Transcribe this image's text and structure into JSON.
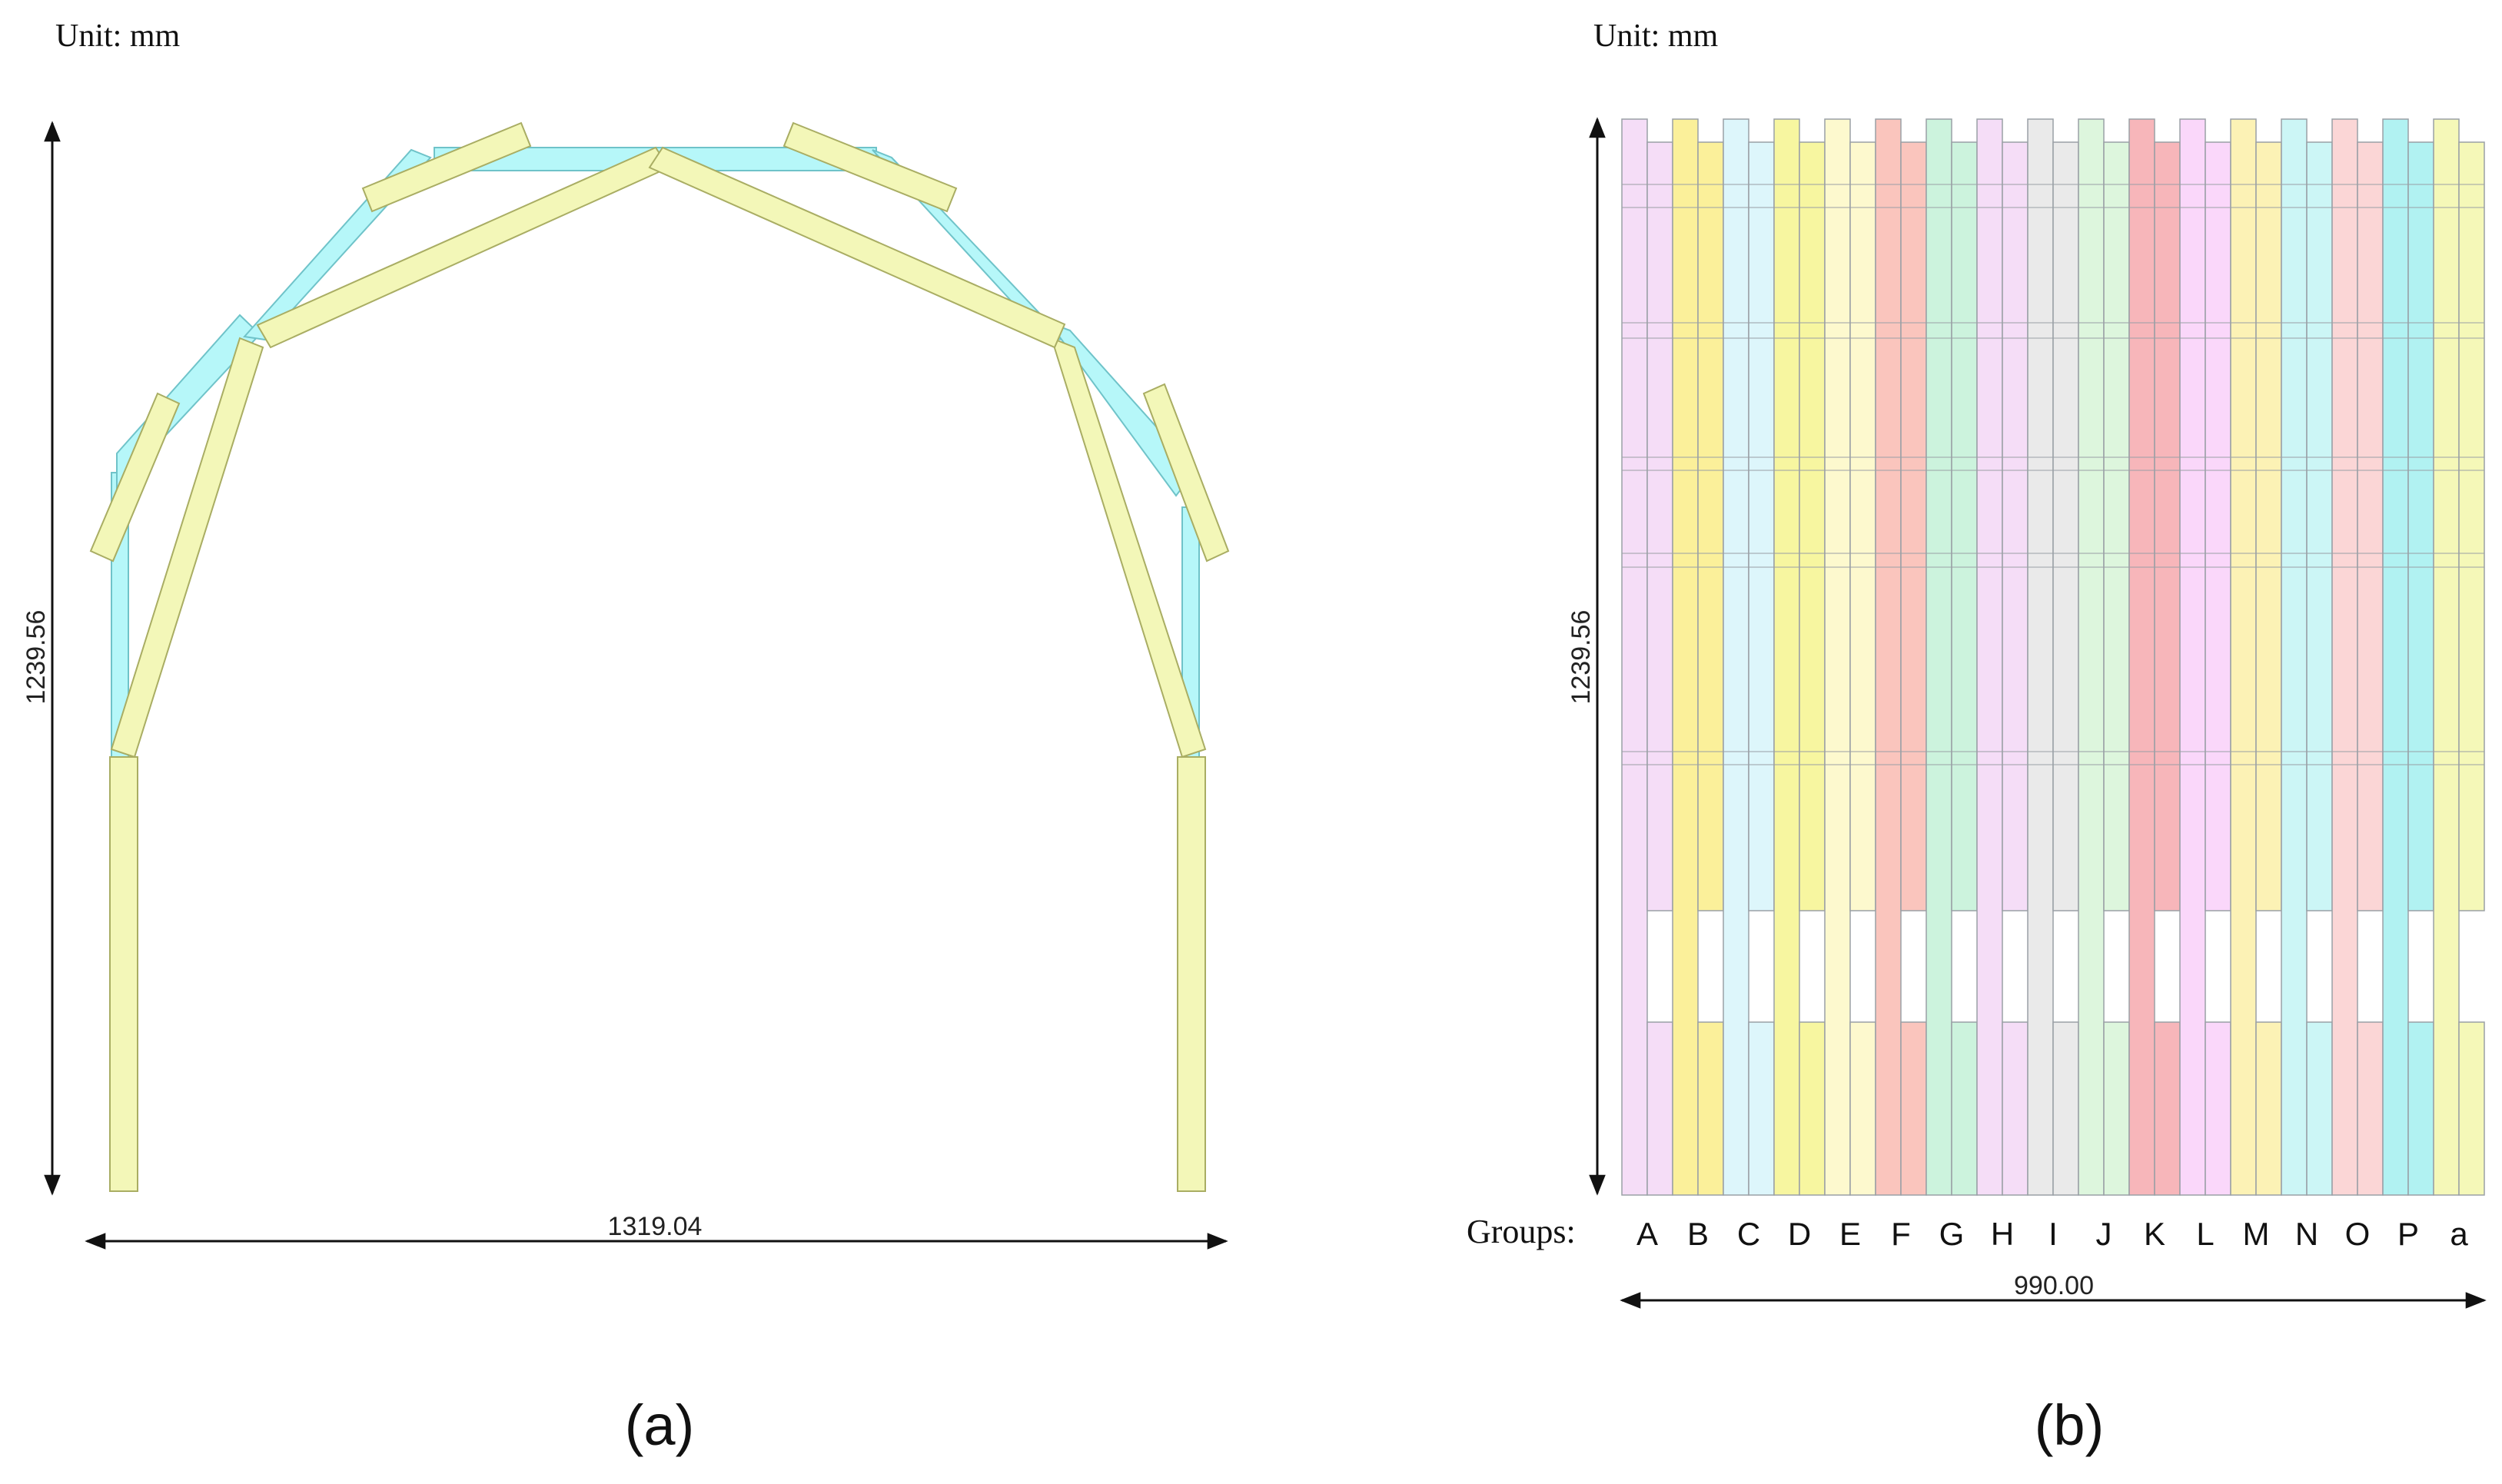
{
  "unit_label": "Unit: mm",
  "panel_a": {
    "caption": "(a)",
    "height_dim": "1239.56",
    "width_dim": "1319.04",
    "colors": {
      "bar": "#f3f7b8",
      "bar_stroke": "#a9ad63",
      "frame": "#b6f7f9",
      "frame_stroke": "#6fc3c9"
    }
  },
  "panel_b": {
    "caption": "(b)",
    "height_dim": "1239.56",
    "width_dim": "990.00",
    "groups_label": "Groups:",
    "groups": [
      {
        "name": "A",
        "color": "#f4d9f6"
      },
      {
        "name": "B",
        "color": "#fbee8f"
      },
      {
        "name": "C",
        "color": "#d9f5fb"
      },
      {
        "name": "D",
        "color": "#f6f596"
      },
      {
        "name": "E",
        "color": "#fdf8c9"
      },
      {
        "name": "F",
        "color": "#f9bfb6"
      },
      {
        "name": "G",
        "color": "#c7f2d9"
      },
      {
        "name": "H",
        "color": "#f4d9f6"
      },
      {
        "name": "I",
        "color": "#e8e8e8"
      },
      {
        "name": "J",
        "color": "#d9f5d9"
      },
      {
        "name": "K",
        "color": "#f6aeb2"
      },
      {
        "name": "L",
        "color": "#f9d3f9"
      },
      {
        "name": "M",
        "color": "#fcf1ad"
      },
      {
        "name": "N",
        "color": "#c7f5f5"
      },
      {
        "name": "O",
        "color": "#fbd1d1"
      },
      {
        "name": "P",
        "color": "#a9f1f1"
      },
      {
        "name": "a",
        "color": "#f4f7b0"
      }
    ]
  }
}
